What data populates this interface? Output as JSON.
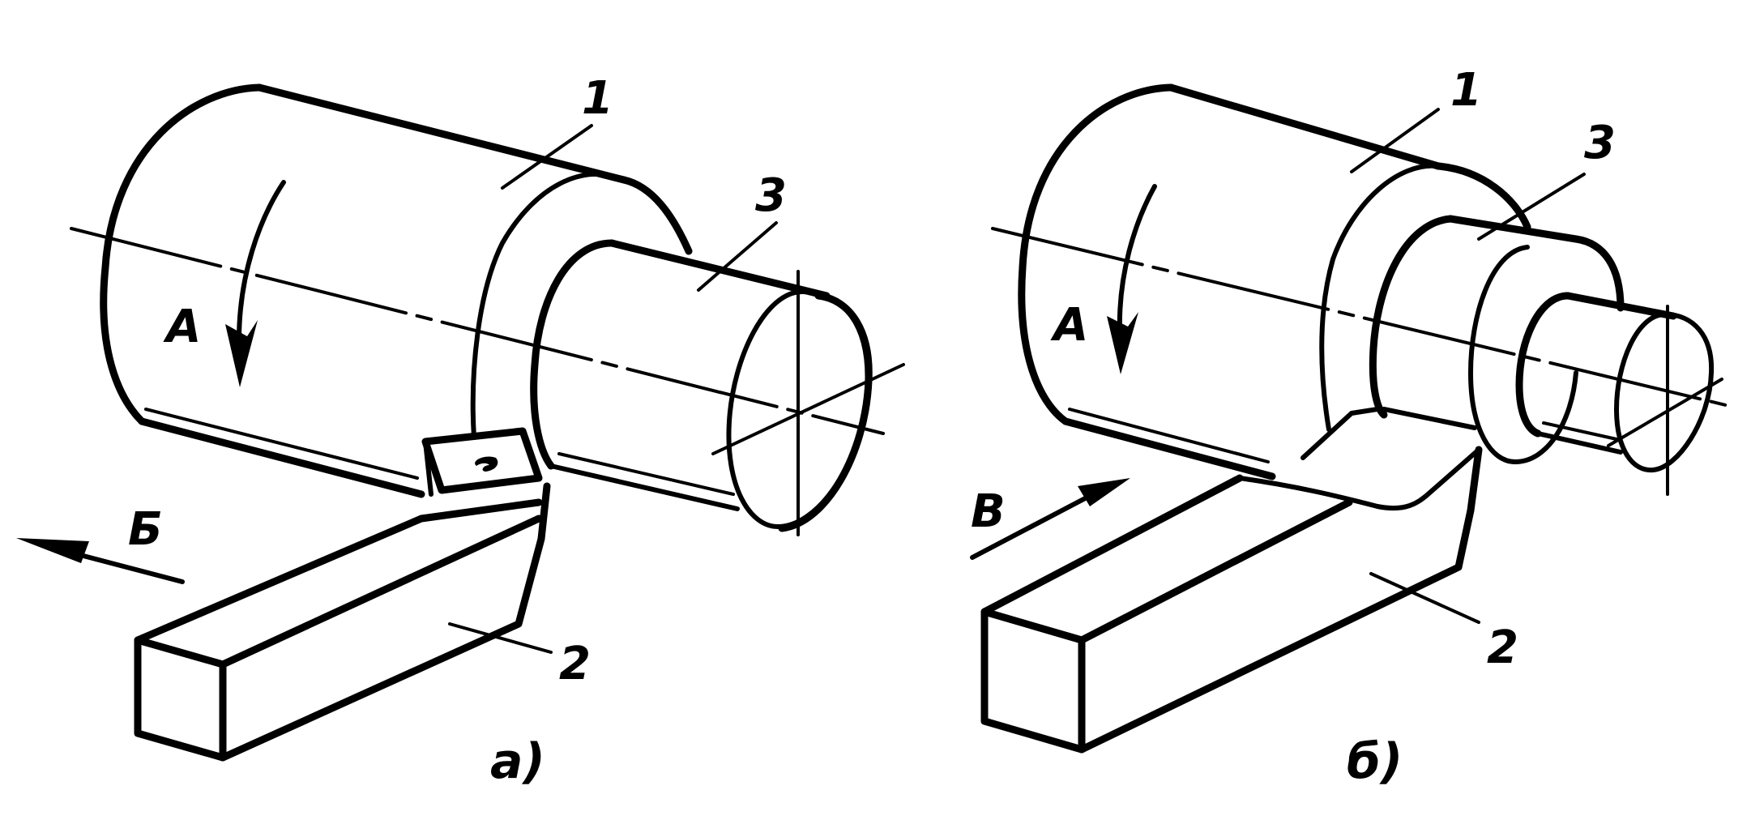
{
  "figure_a": {
    "caption": "а)",
    "label_workpiece": "1",
    "label_tool": "2",
    "label_step": "3",
    "label_rotation": "А",
    "label_feed": "Б"
  },
  "figure_b": {
    "caption": "б)",
    "label_workpiece": "1",
    "label_tool": "2",
    "label_step": "3",
    "label_rotation": "А",
    "label_feed": "В"
  }
}
